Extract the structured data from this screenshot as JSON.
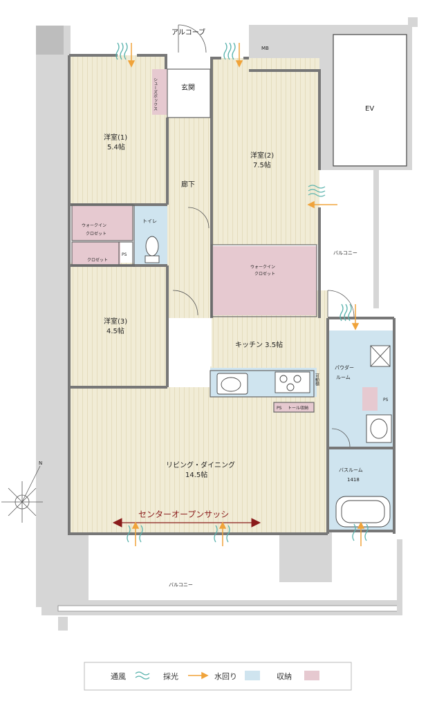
{
  "colors": {
    "floor": "#f1ecd6",
    "floor_stripe": "#e6dfc2",
    "wall": "#8d8d8d",
    "outer_area": "#d6d6d6",
    "water": "#cfe4ef",
    "storage": "#e6c9d0",
    "breeze": "#5ab3ad",
    "light": "#f0a33a",
    "accent_red": "#8a1b1b"
  },
  "labels": {
    "alcove": "アルコーブ",
    "mb": "MB",
    "ev": "EV",
    "shoes_box": "シューズボックス",
    "entrance": "玄関",
    "room1_name": "洋室(1)",
    "room1_size": "5.4帖",
    "room2_name": "洋室(2)",
    "room2_size": "7.5帖",
    "room3_name": "洋室(3)",
    "room3_size": "4.5帖",
    "hallway": "廊下",
    "walkin1_line1": "ウォークイン",
    "walkin1_line2": "クロゼット",
    "walkin2_line1": "ウォークイン",
    "walkin2_line2": "クロゼット",
    "toilet": "トイレ",
    "closet": "クロゼット",
    "ps1": "PS",
    "ps2": "PS",
    "ps3": "PS",
    "balcony_side": "バルコニー",
    "kitchen": "キッチン 3.5帖",
    "movable_shelf": "可動棚",
    "toll_storage": "トール収納",
    "powder_line1": "パウダー",
    "powder_line2": "ルーム",
    "bath_line1": "バスルーム",
    "bath_line2": "1418",
    "living_name": "リビング・ダイニング",
    "living_size": "14.5帖",
    "center_sash": "センターオープンサッシ",
    "balcony_bottom": "バルコニー",
    "north": "N"
  },
  "legend": {
    "ventilation": "通風",
    "lighting": "採光",
    "water": "水回り",
    "storage": "収納"
  }
}
